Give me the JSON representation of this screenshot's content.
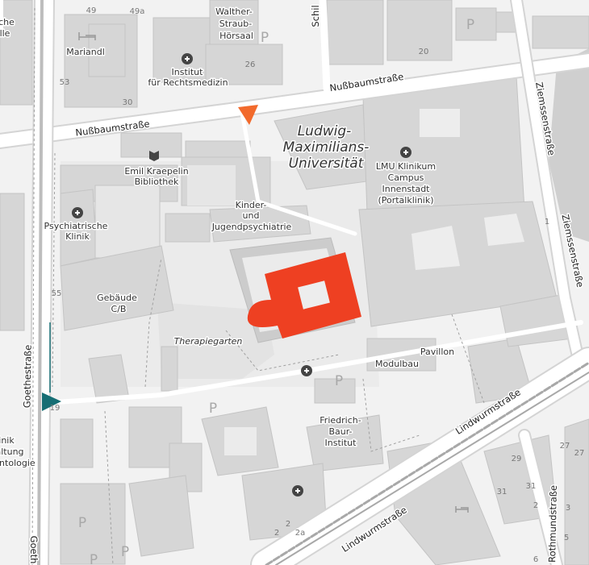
{
  "streets": {
    "nussbaum_1": "Nußbaumstraße",
    "nussbaum_2": "Nußbaumstraße",
    "ziemssen_1": "Ziemssenstraße",
    "ziemssen_2": "Ziemssenstraße",
    "goethe_1": "Goethestraße",
    "goethe_2": "Goeth",
    "lindwurm_1": "Lindwurmstraße",
    "lindwurm_2": "Lindwurmstraße",
    "rothmund": "Rothmundstraße",
    "schil": "Schil"
  },
  "places": {
    "walther_1": "Walther-",
    "walther_2": "Straub-",
    "walther_3": "Hörsaal",
    "mariandl": "Mariandl",
    "institut_1": "Institut",
    "institut_2": "für Rechtsmedizin",
    "lmu_1": "Ludwig-",
    "lmu_2": "Maximilians-",
    "lmu_3": "Universität",
    "klinikum_1": "LMU Klinikum",
    "klinikum_2": "Campus",
    "klinikum_3": "Innenstadt",
    "klinikum_4": "(Portalklinik)",
    "kraepelin_1": "Emil Kraepelin",
    "kraepelin_2": "Bibliothek",
    "kinder_1": "Kinder-",
    "kinder_2": "und",
    "kinder_3": "Jugendpsychiatrie",
    "psych_1": "Psychiatrische",
    "psych_2": "Klinik",
    "gebaude_1": "Gebäude",
    "gebaude_2": "C/B",
    "therapie": "Therapiegarten",
    "pavillon": "Pavillon",
    "modulbau": "Modulbau",
    "fb_1": "Friedrich-",
    "fb_2": "Baur-",
    "fb_3": "Institut",
    "left_1": "che",
    "left_2": "lle",
    "left_3": "inik",
    "left_4": "altung",
    "left_5": "ontologie"
  },
  "house_numbers": {
    "n49": "49",
    "n49a": "49a",
    "n26": "26",
    "n20": "20",
    "n53": "53",
    "n30": "30",
    "n55": "55",
    "n1": "1",
    "n29": "29",
    "n27a": "27",
    "n27b": "27",
    "n31a": "31",
    "n31b": "31",
    "n2a": "2",
    "n2b": "2",
    "n2c": "2",
    "n2d": "2a",
    "n3": "3",
    "n5": "5",
    "n6": "6",
    "n19": "19"
  },
  "parking_label": "P",
  "colors": {
    "background": "#f2f2f2",
    "building": "#d6d6d6",
    "road": "#ffffff",
    "highlight": "#ee4022",
    "marker_start": "#166e74",
    "marker_end": "#f26a2c",
    "rail": "#a8a8a8"
  },
  "icons": {
    "hospital": "hospital-cross-icon",
    "library": "book-icon",
    "hotel": "bed-icon",
    "parking": "parking-icon",
    "start": "start-marker-icon",
    "end": "end-marker-icon"
  }
}
